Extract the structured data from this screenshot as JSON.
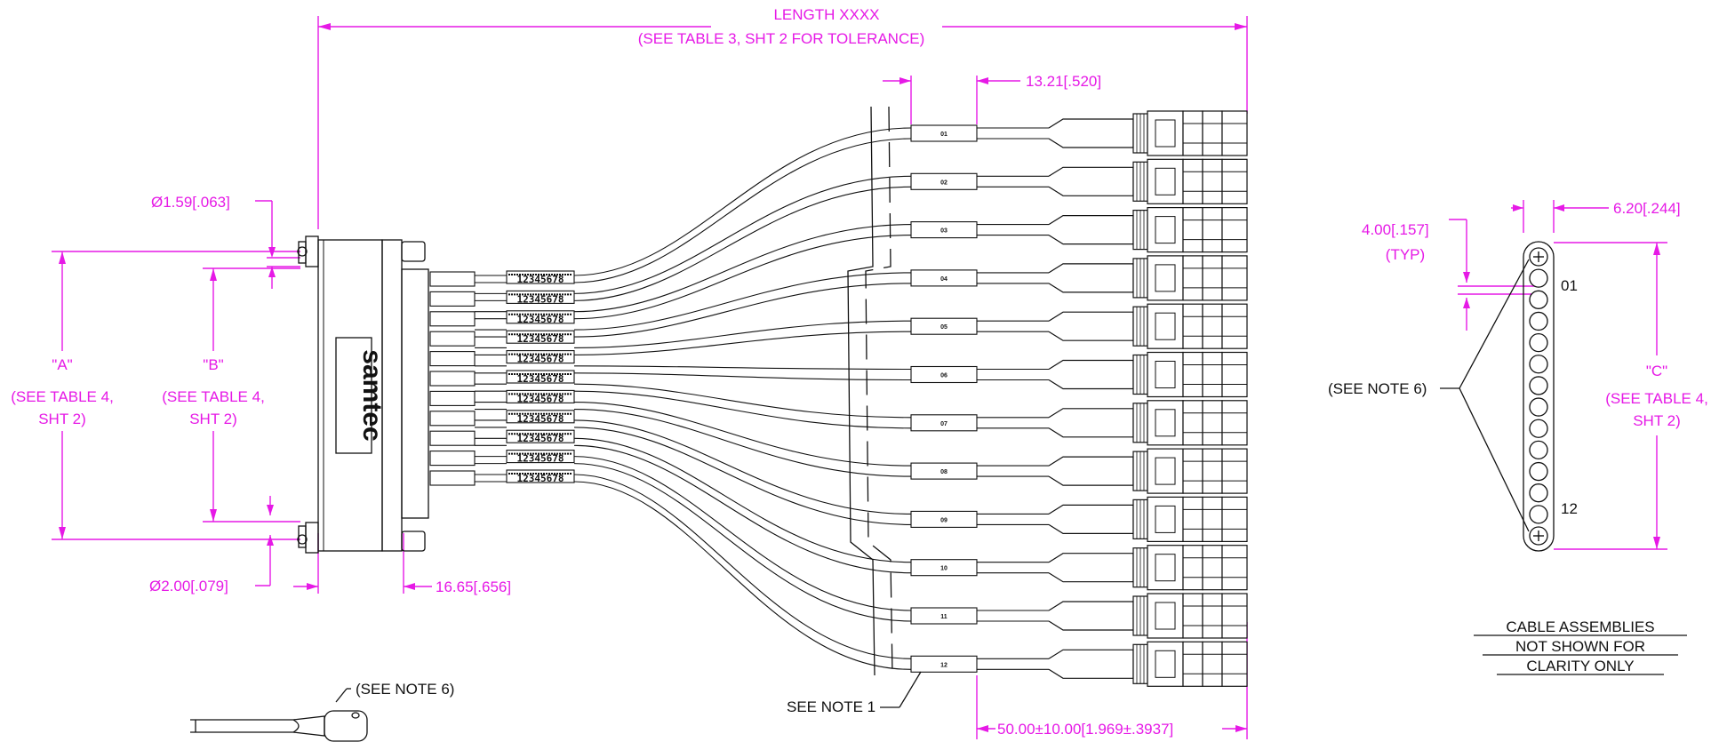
{
  "dimensions": {
    "length_label": "LENGTH XXXX",
    "length_note": "(SEE TABLE 3, SHT 2 FOR TOLERANCE)",
    "connector_pitch": "13.21[.520]",
    "hole_small": "Ø1.59[.063]",
    "hole_large": "Ø2.00[.079]",
    "label_offset": "16.65[.656]",
    "tail_length": "50.00±10.00[1.969±.3937]",
    "a_line1": "\"A\"",
    "a_line2": "(SEE TABLE 4,",
    "a_line3": "SHT 2)",
    "b_line1": "\"B\"",
    "b_line2": "(SEE TABLE 4,",
    "b_line3": "SHT 2)",
    "c_line1": "\"C\"",
    "c_line2": "(SEE TABLE 4,",
    "c_line3": "SHT 2)",
    "typ_pitch": "4.00[.157]",
    "typ_label": "(TYP)",
    "end_width": "6.20[.244]"
  },
  "notes": {
    "see_note_1": "SEE NOTE 1",
    "see_note_6_end": "(SEE NOTE 6)",
    "see_note_6_detail": "(SEE NOTE 6)",
    "clarity_line1": "CABLE ASSEMBLIES",
    "clarity_line2": "NOT SHOWN FOR",
    "clarity_line3": "CLARITY ONLY"
  },
  "logo_text": "samtec",
  "part_label": "12345678",
  "end_view_positions": {
    "first": "01",
    "last": "12"
  },
  "cable_labels": [
    "01",
    "02",
    "03",
    "04",
    "05",
    "06",
    "07",
    "08",
    "09",
    "10",
    "11",
    "12"
  ],
  "colors": {
    "dimension": "#e619e6",
    "outline": "#111111"
  }
}
